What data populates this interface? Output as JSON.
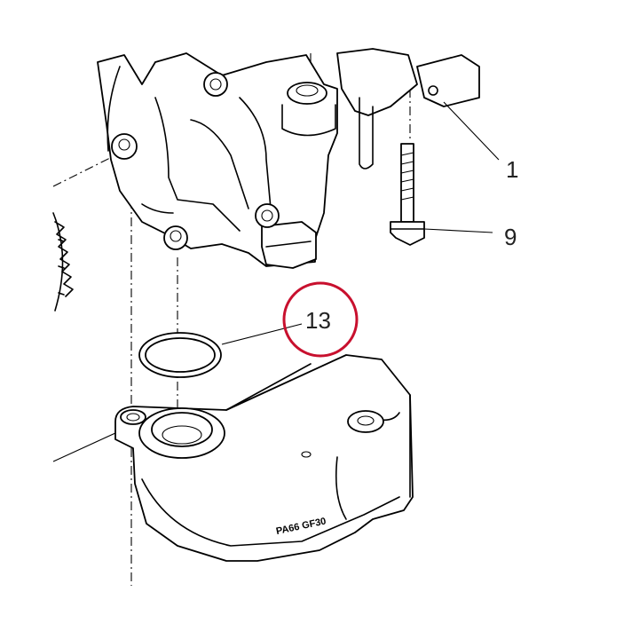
{
  "callouts": [
    {
      "id": "1",
      "label": "1"
    },
    {
      "id": "9",
      "label": "9"
    },
    {
      "id": "13",
      "label": "13"
    }
  ],
  "part_marking": "PA66 GF30",
  "highlight_color": "#c8102e"
}
